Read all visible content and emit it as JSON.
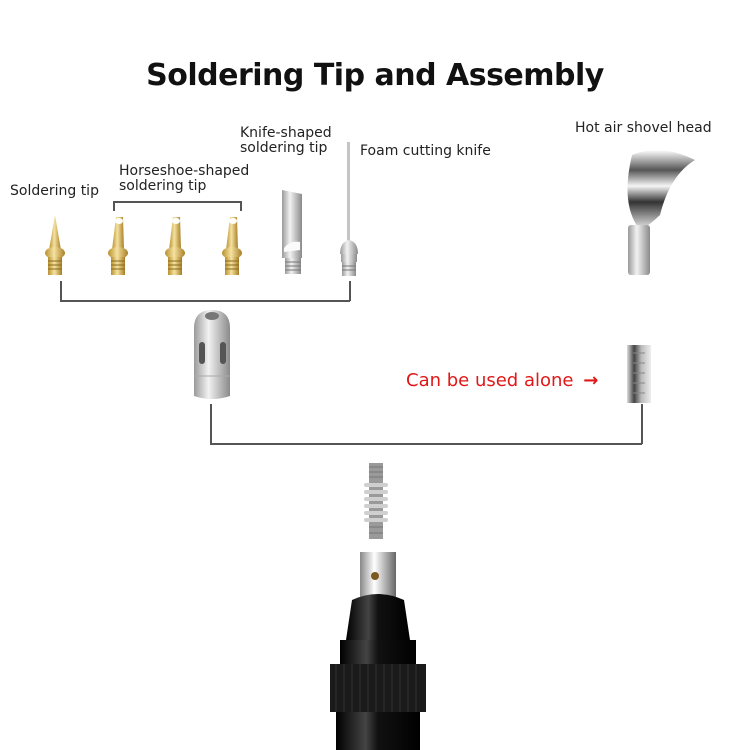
{
  "title": "Soldering Tip and Assembly",
  "labels": {
    "soldering_tip": "Soldering tip",
    "horseshoe_line1": "Horseshoe-shaped",
    "horseshoe_line2": "soldering tip",
    "knife_line1": "Knife-shaped",
    "knife_line2": "soldering tip",
    "foam_knife": "Foam cutting knife",
    "hot_air": "Hot air shovel head",
    "alone": "Can be used alone",
    "alone_arrow": "→"
  },
  "colors": {
    "accent_red": "#e01818",
    "brass": "#d4b060",
    "steel": "#c8c8c8",
    "handle": "#111111",
    "connector_line": "#555555"
  }
}
